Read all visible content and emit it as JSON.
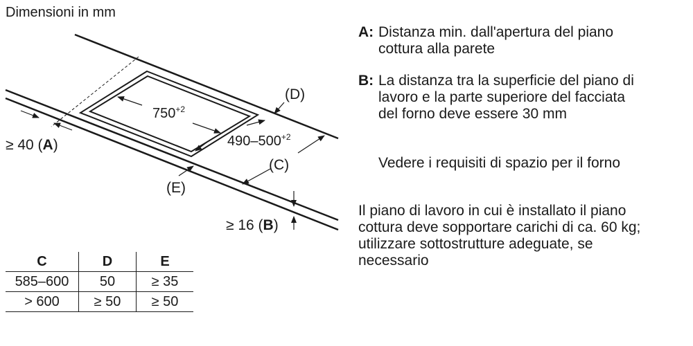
{
  "header": {
    "title": "Dimensioni in mm"
  },
  "diagram": {
    "dim_750": "750",
    "dim_750_sup": "+2",
    "dim_490": "490–500",
    "dim_490_sup": "+2",
    "label_d": "(D)",
    "label_c": "(C)",
    "label_e": "(E)",
    "label_a_prefix": "≥ 40 (",
    "label_a_key": "A",
    "label_a_suffix": ")",
    "label_b_prefix": "≥ 16 (",
    "label_b_key": "B",
    "label_b_suffix": ")"
  },
  "table": {
    "headers": [
      "C",
      "D",
      "E"
    ],
    "rows": [
      [
        "585–600",
        "50",
        "≥ 35"
      ],
      [
        "> 600",
        "≥ 50",
        "≥ 50"
      ]
    ]
  },
  "notes": {
    "a_key": "A:",
    "a_line1": "Distanza min. dall'apertura del piano",
    "a_line2": "cottura alla parete",
    "b_key": "B:",
    "b_line1": "La distanza tra la superficie del piano di",
    "b_line2": "lavoro e la parte superiore del facciata",
    "b_line3": "del forno deve essere 30 mm",
    "see_oven": "Vedere i requisiti di spazio per il forno",
    "load_line1": "Il piano di lavoro in cui è installato il piano",
    "load_line2": "cottura deve sopportare carichi di ca. 60 kg;",
    "load_line3": "utilizzare sottostrutture adeguate, se",
    "load_line4": "necessario"
  }
}
